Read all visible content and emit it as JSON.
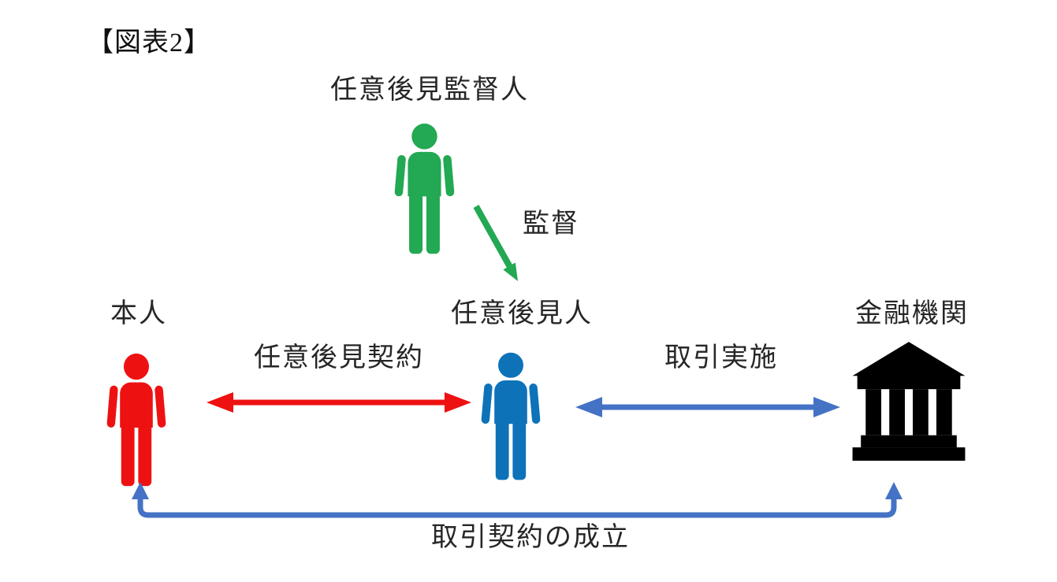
{
  "title": "【図表2】",
  "nodes": {
    "supervisor": {
      "label": "任意後見監督人",
      "color": "#23a853",
      "icon": "person-icon"
    },
    "principal": {
      "label": "本人",
      "color": "#ee1111",
      "icon": "person-icon"
    },
    "guardian": {
      "label": "任意後見人",
      "color": "#0e72b9",
      "icon": "person-icon"
    },
    "financial_institution": {
      "label": "金融機関",
      "color": "#000000",
      "icon": "bank-icon"
    }
  },
  "edges": {
    "supervision": {
      "label": "監督",
      "from": "supervisor",
      "to": "guardian",
      "color": "#23a853",
      "style": "single-arrow"
    },
    "guardianship_contract": {
      "label": "任意後見契約",
      "from": "principal",
      "to": "guardian",
      "color": "#ee1111",
      "style": "double-arrow"
    },
    "transaction_execution": {
      "label": "取引実施",
      "from": "guardian",
      "to": "financial_institution",
      "color": "#4472c4",
      "style": "double-arrow"
    },
    "transaction_contract": {
      "label": "取引契約の成立",
      "from": "principal",
      "to": "financial_institution",
      "color": "#4472c4",
      "style": "elbow-double-arrow"
    }
  }
}
